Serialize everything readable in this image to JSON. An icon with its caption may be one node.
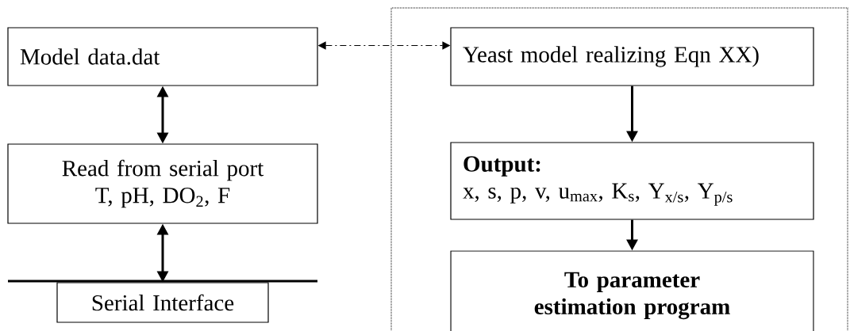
{
  "diagram": {
    "nodes": [
      {
        "text": [
          "Model data.dat"
        ]
      },
      {
        "text": [
          "Read from serial port",
          "T, pH, DO$_{2}$, F"
        ]
      },
      {
        "text": [
          "Serial Interface"
        ]
      },
      {
        "text": [],
        "shape": "box"
      },
      {
        "text": [
          "Yeast model realizing Eqn XX)"
        ],
        "in": 3
      },
      {
        "text": [
          "Output:",
          "x, s, p, v, u$_{max}$, K$_{s}$, Y$_{x/s}$, Y$_{p/s}$"
        ],
        "in": 3
      },
      {
        "text": [
          "To parameter estimation program"
        ],
        "in": 3
      }
    ],
    "edges": [
      {
        "from": 0,
        "to": 1,
        "arrow": "both"
      },
      {
        "from": 1,
        "to": 2,
        "arrow": "both"
      },
      {
        "from": 0,
        "to": 4,
        "arrow": "both",
        "style": "dashed"
      },
      {
        "from": 4,
        "to": 5,
        "arrow": "to"
      },
      {
        "from": 5,
        "to": 6,
        "arrow": "to"
      }
    ]
  }
}
